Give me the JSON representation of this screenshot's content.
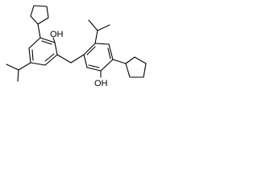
{
  "molecule": {
    "atom_labels": [
      {
        "id": "oh-top",
        "text": "OH"
      },
      {
        "id": "oh-bottom",
        "text": "OH"
      }
    ],
    "substituents": [
      "cyclopentyl",
      "isopropyl",
      "methylene-bridge",
      "isopropyl",
      "cyclopentyl"
    ]
  },
  "colors": {
    "bond": "#000000",
    "background": "#ffffff"
  }
}
